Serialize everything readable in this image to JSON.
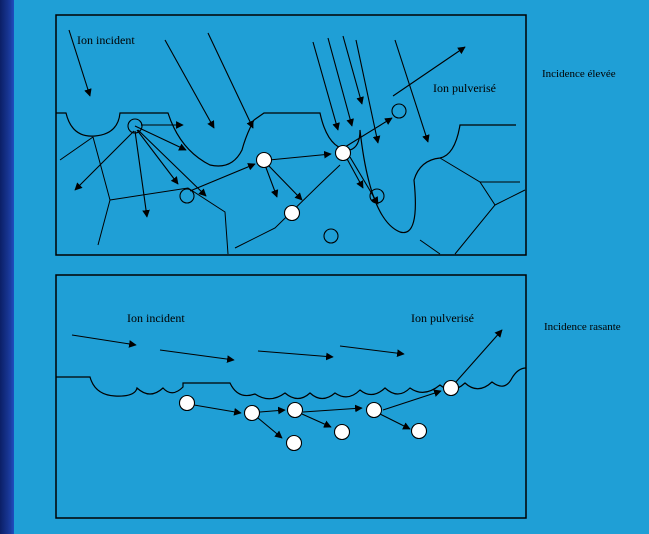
{
  "panel_top": {
    "label_ion_incident": "Ion incident",
    "label_ion_pulverise": "Ion pulverisé",
    "side_label": "Incidence élevée"
  },
  "panel_bottom": {
    "label_ion_incident": "Ion incident",
    "label_ion_pulverise": "Ion pulverisé",
    "side_label": "Incidence rasante"
  },
  "colors": {
    "background": "#1f9fd6",
    "border": "#0b1f66",
    "ink": "#000000",
    "atom_fill": "#ffffff"
  }
}
